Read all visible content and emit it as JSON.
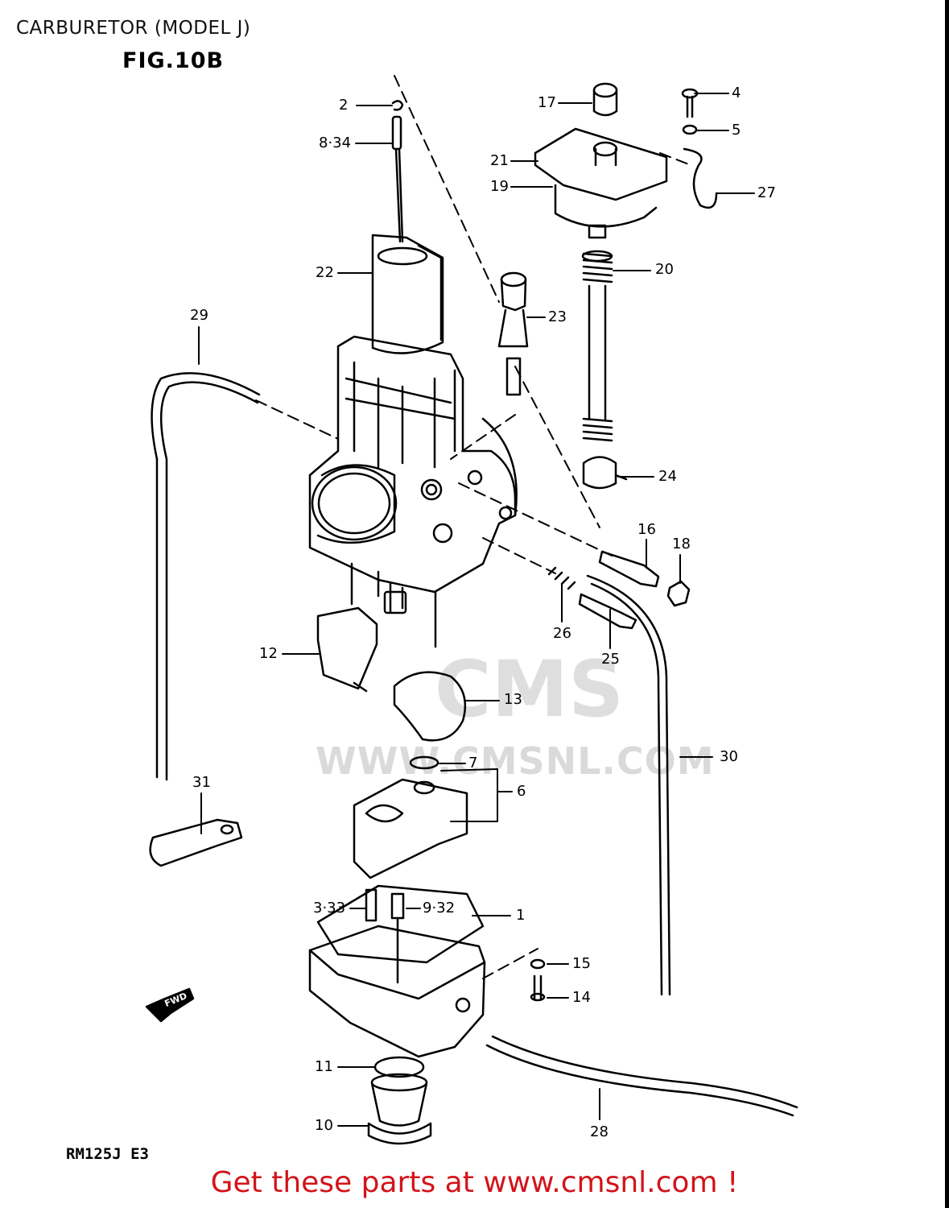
{
  "header": {
    "title": "CARBURETOR (MODEL J)",
    "figure": "FIG.10B"
  },
  "footer": {
    "model_code": "RM125J E3",
    "promo": "Get these parts at www.cmsnl.com !"
  },
  "watermark": {
    "logo": "CMS",
    "url": "WWW.CMSNL.COM"
  },
  "direction_badge": "FWD",
  "callouts": [
    {
      "id": "c1",
      "text": "1"
    },
    {
      "id": "c2",
      "text": "2"
    },
    {
      "id": "c3",
      "text": "3·33"
    },
    {
      "id": "c4",
      "text": "4"
    },
    {
      "id": "c5",
      "text": "5"
    },
    {
      "id": "c6",
      "text": "6"
    },
    {
      "id": "c7",
      "text": "7"
    },
    {
      "id": "c8",
      "text": "8·34"
    },
    {
      "id": "c9",
      "text": "9·32"
    },
    {
      "id": "c10",
      "text": "10"
    },
    {
      "id": "c11",
      "text": "11"
    },
    {
      "id": "c12",
      "text": "12"
    },
    {
      "id": "c13",
      "text": "13"
    },
    {
      "id": "c14",
      "text": "14"
    },
    {
      "id": "c15",
      "text": "15"
    },
    {
      "id": "c16",
      "text": "16"
    },
    {
      "id": "c17",
      "text": "17"
    },
    {
      "id": "c18",
      "text": "18"
    },
    {
      "id": "c19",
      "text": "19"
    },
    {
      "id": "c20",
      "text": "20"
    },
    {
      "id": "c21",
      "text": "21"
    },
    {
      "id": "c22",
      "text": "22"
    },
    {
      "id": "c23",
      "text": "23"
    },
    {
      "id": "c24",
      "text": "24"
    },
    {
      "id": "c25",
      "text": "25"
    },
    {
      "id": "c26",
      "text": "26"
    },
    {
      "id": "c27",
      "text": "27"
    },
    {
      "id": "c28",
      "text": "28"
    },
    {
      "id": "c29",
      "text": "29"
    },
    {
      "id": "c30",
      "text": "30"
    },
    {
      "id": "c31",
      "text": "31"
    }
  ]
}
